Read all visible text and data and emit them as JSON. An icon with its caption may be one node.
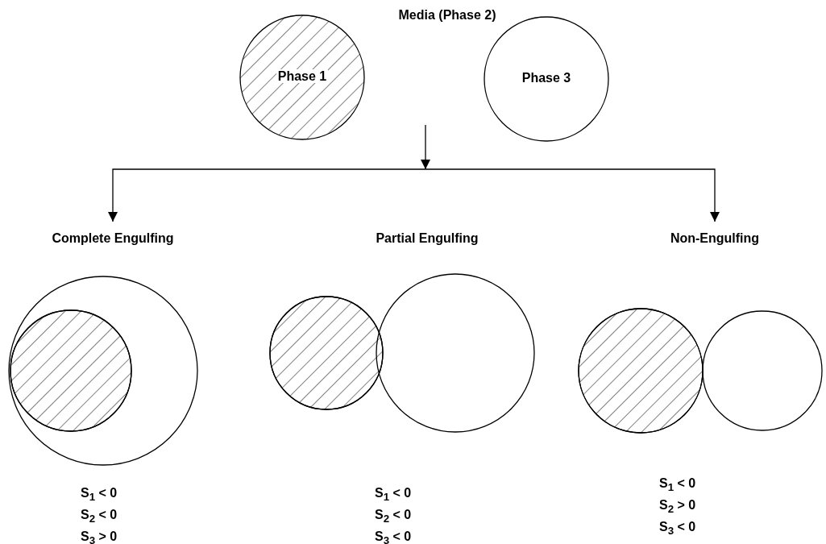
{
  "diagram": {
    "nodes": [
      {
        "text": [
          "Media (Phase 2)"
        ]
      },
      {
        "text": [
          "Phase 1"
        ]
      },
      {
        "text": [
          "Phase 3"
        ]
      },
      {
        "text": [
          "Complete Engulfing"
        ],
        "beside": [
          "S$_{1}$ < 0",
          "S$_{2}$ < 0",
          "S$_{3}$ > 0"
        ]
      },
      {
        "text": [
          "Partial Engulfing"
        ],
        "beside": [
          "S$_{1}$ < 0",
          "S$_{2}$ < 0",
          "S$_{3}$ < 0"
        ]
      },
      {
        "text": [
          "Non-Engulfing"
        ],
        "beside": [
          "S$_{1}$ < 0",
          "S$_{2}$ > 0",
          "S$_{3}$ < 0"
        ]
      }
    ],
    "edges": [
      {
        "from": null,
        "to": 3,
        "arrow": "to"
      },
      {
        "from": null,
        "to": 5,
        "arrow": "to"
      }
    ]
  }
}
